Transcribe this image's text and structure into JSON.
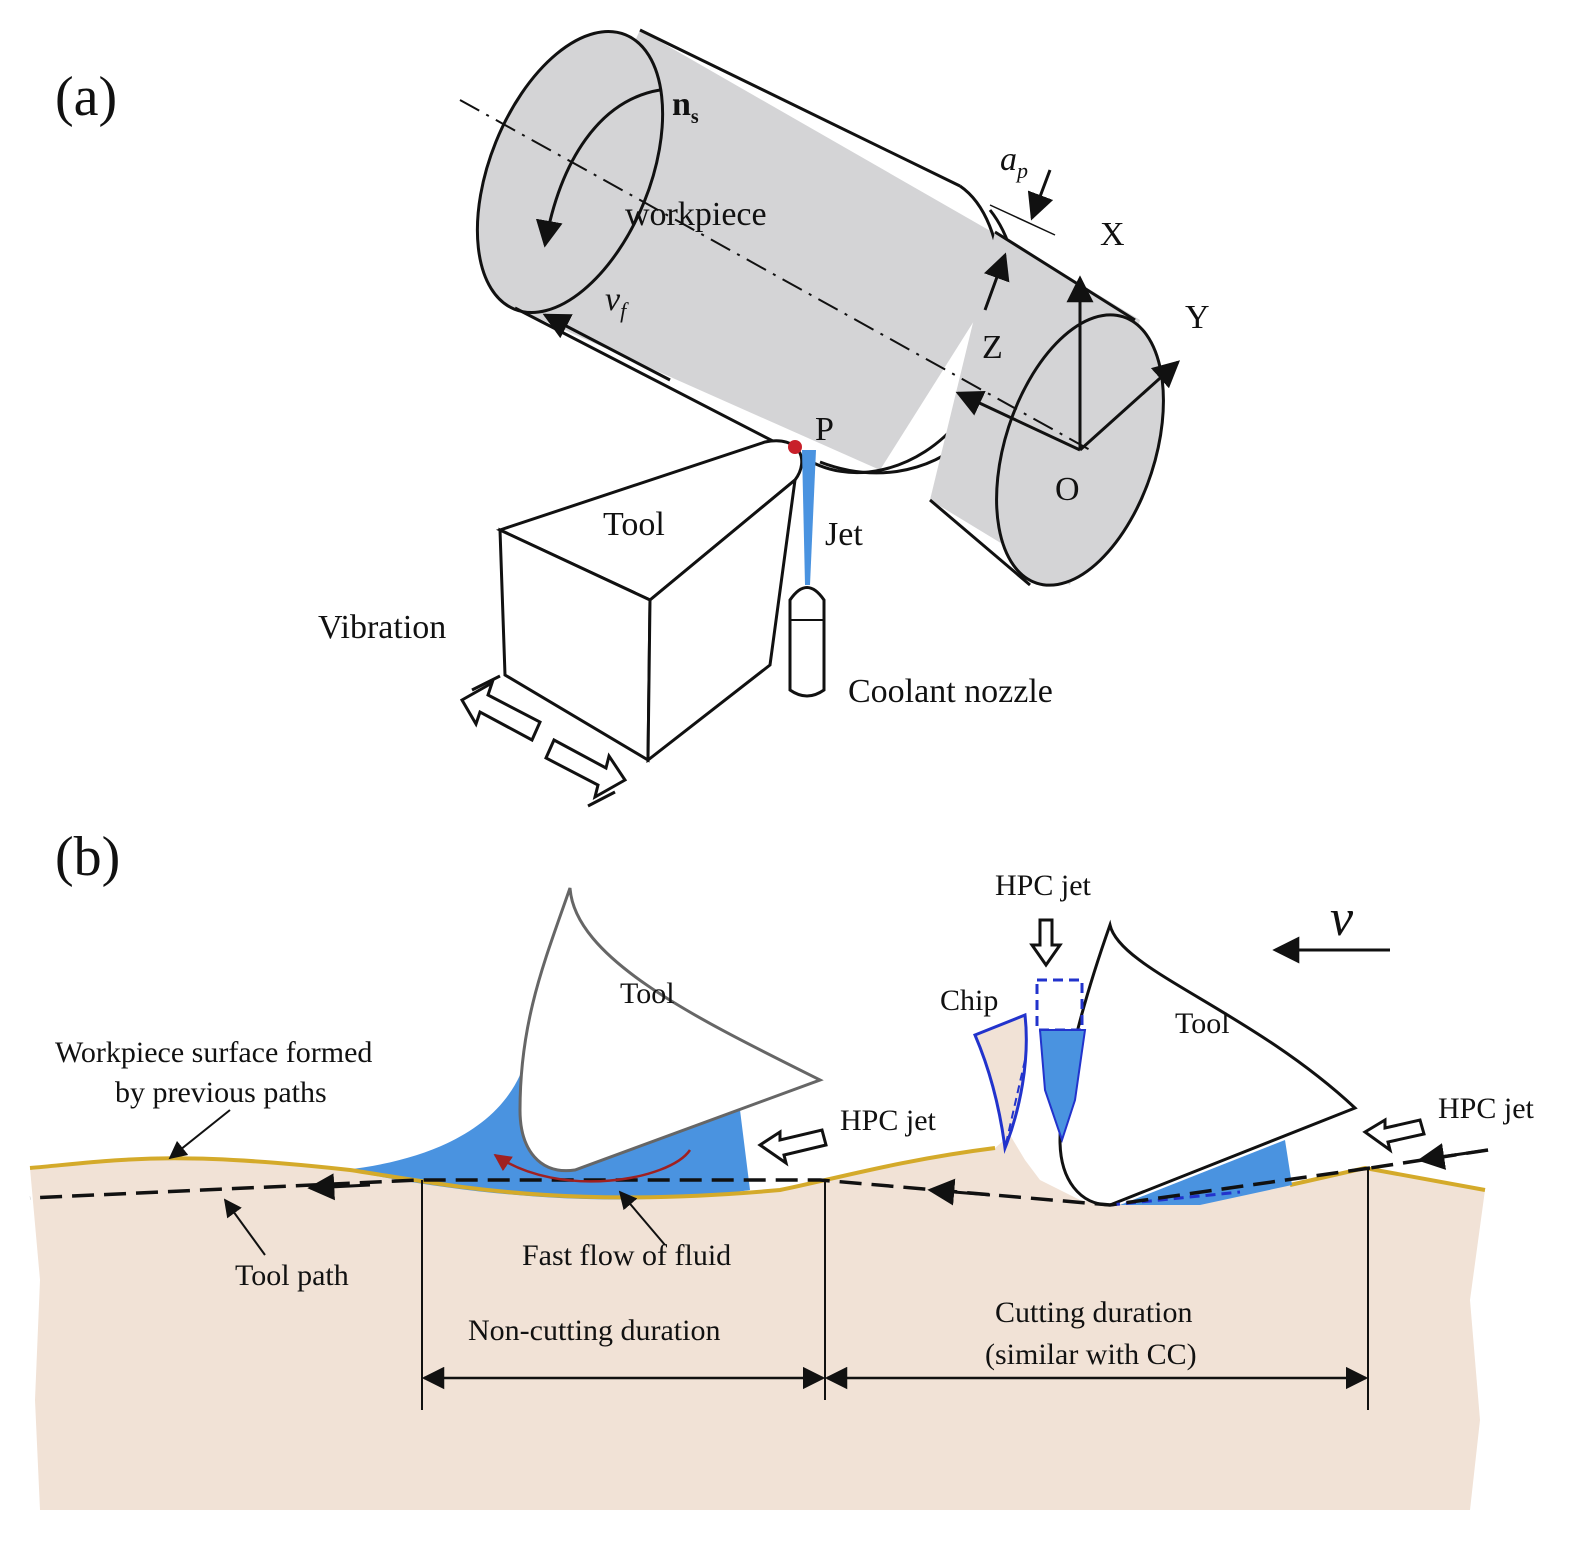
{
  "panel_a": {
    "label": "(a)",
    "workpiece": "workpiece",
    "spindle_speed": "n",
    "spindle_speed_sub": "s",
    "feed_velocity": "v",
    "feed_velocity_sub": "f",
    "depth_of_cut": "a",
    "depth_of_cut_sub": "p",
    "axis_x": "X",
    "axis_y": "Y",
    "axis_z": "Z",
    "origin": "O",
    "point_p": "P",
    "tool": "Tool",
    "jet": "Jet",
    "vibration": "Vibration",
    "coolant_nozzle": "Coolant nozzle"
  },
  "panel_b": {
    "label": "(b)",
    "surface_label_line1": "Workpiece surface formed",
    "surface_label_line2": "by previous paths",
    "tool_left": "Tool",
    "tool_right": "Tool",
    "hpc_jet_left": "HPC jet",
    "hpc_jet_top": "HPC jet",
    "hpc_jet_right": "HPC jet",
    "chip": "Chip",
    "velocity": "v",
    "tool_path": "Tool path",
    "fast_flow": "Fast flow of fluid",
    "non_cutting": "Non-cutting duration",
    "cutting_line1": "Cutting duration",
    "cutting_line2": "(similar with CC)"
  },
  "colors": {
    "workpiece_gray": "#d4d4d6",
    "material_beige": "#f1e2d6",
    "coolant_blue": "#4a93e0",
    "surface_gold": "#d4aa2a",
    "chip_blue": "#2233cc",
    "point_red": "#c8202a",
    "flow_arrow": "#a02020"
  }
}
